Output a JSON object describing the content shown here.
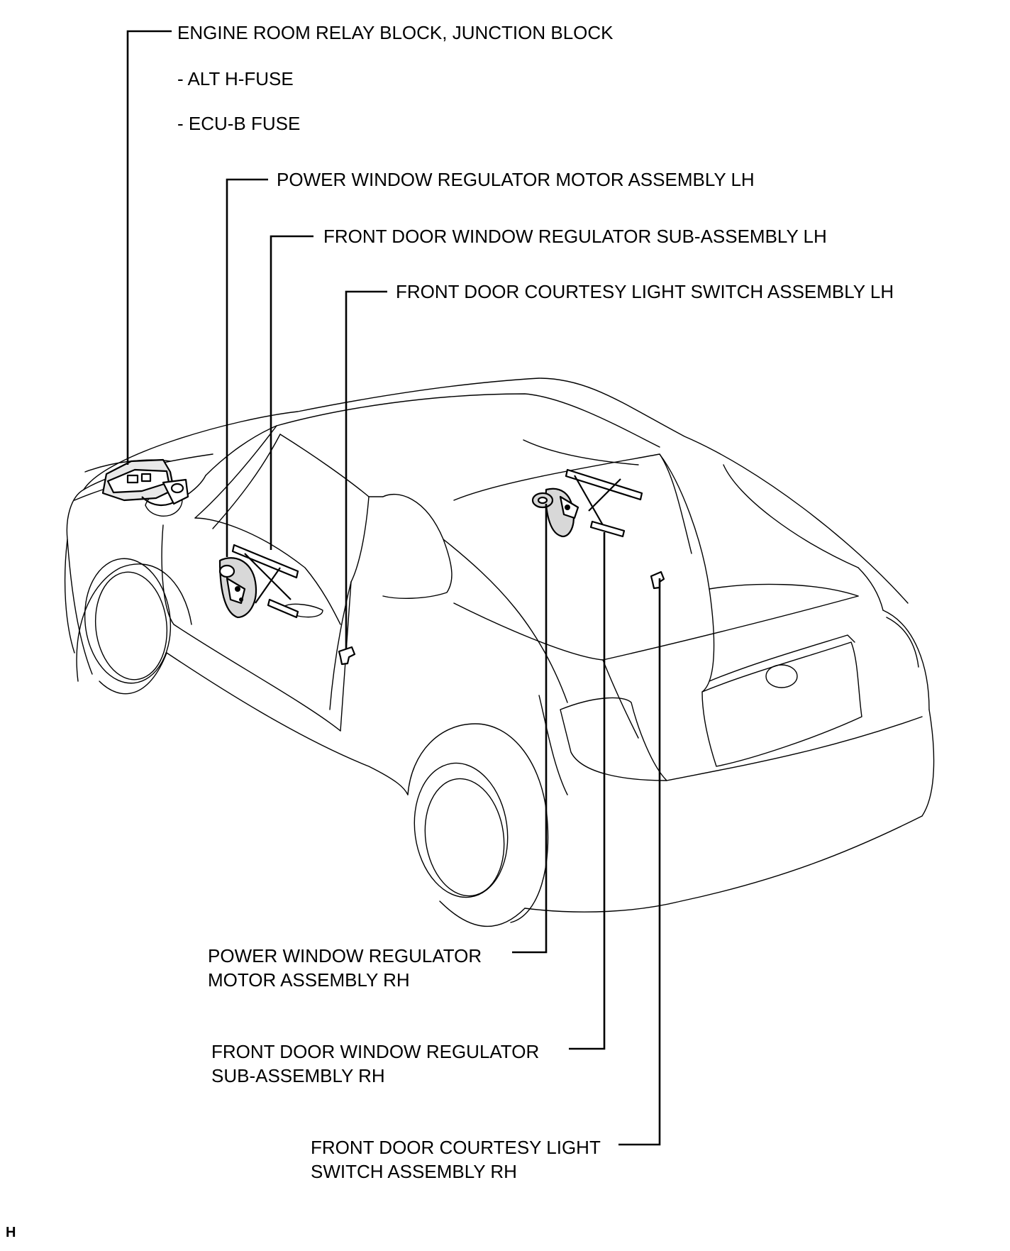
{
  "labels": {
    "relay_block": "ENGINE ROOM RELAY BLOCK, JUNCTION BLOCK",
    "alt_fuse": "- ALT H-FUSE",
    "ecu_fuse": "- ECU-B FUSE",
    "motor_lh": "POWER WINDOW REGULATOR MOTOR ASSEMBLY LH",
    "regulator_lh": "FRONT DOOR WINDOW REGULATOR SUB-ASSEMBLY LH",
    "courtesy_lh": "FRONT DOOR COURTESY LIGHT SWITCH ASSEMBLY LH",
    "motor_rh_line1": "POWER WINDOW REGULATOR",
    "motor_rh_line2": "MOTOR ASSEMBLY RH",
    "regulator_rh_line1": "FRONT DOOR WINDOW REGULATOR",
    "regulator_rh_line2": "SUB-ASSEMBLY RH",
    "courtesy_rh_line1": "FRONT DOOR COURTESY LIGHT",
    "courtesy_rh_line2": "SWITCH ASSEMBLY RH"
  },
  "corner_mark": "H",
  "icons": [
    "car-outline",
    "relay-block-icon",
    "window-regulator-icon",
    "courtesy-switch-icon"
  ]
}
